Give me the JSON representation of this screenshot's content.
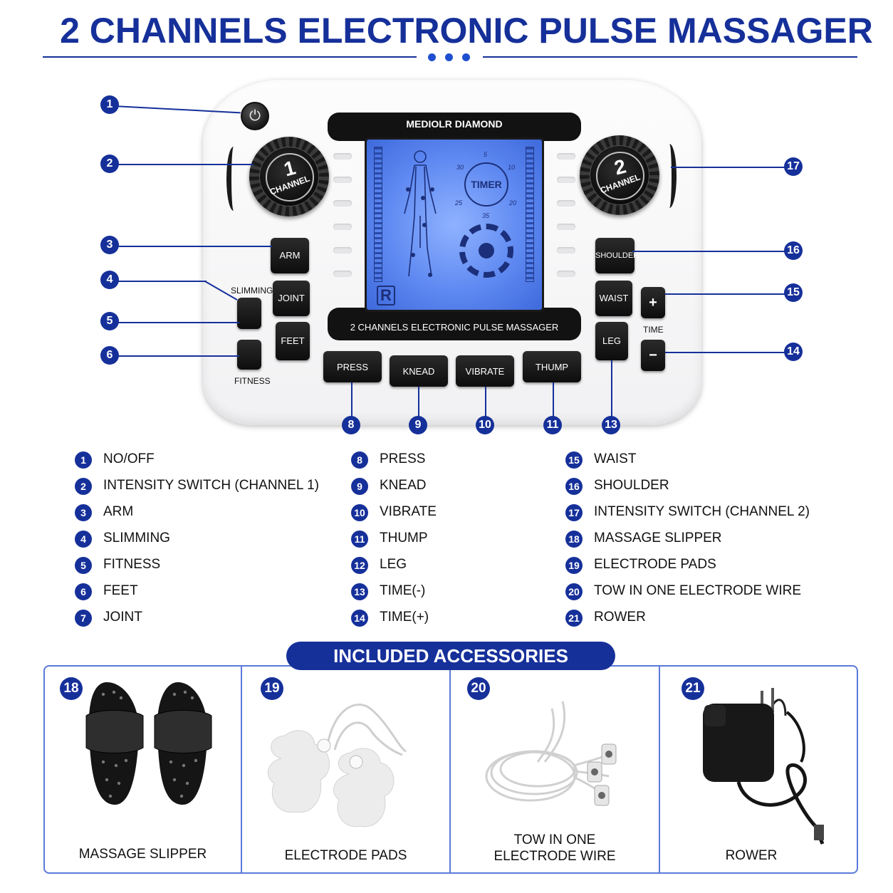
{
  "header": {
    "title": "2 CHANNELS ELECTRONIC PULSE MASSAGER"
  },
  "device": {
    "brand": "MEDIOLR DIAMOND",
    "model_label": "2 CHANNELS ELECTRONIC PULSE MASSAGER",
    "lcd": {
      "timer_label": "TIMER",
      "timer_marks": [
        "5",
        "10",
        "20",
        "25",
        "30",
        "35"
      ],
      "mode_letter": "R"
    },
    "knob_1": {
      "number": "1",
      "label": "CHANNEL"
    },
    "knob_2": {
      "number": "2",
      "label": "CHANNEL"
    },
    "buttons": {
      "arm": "ARM",
      "joint": "JOINT",
      "feet": "FEET",
      "press": "PRESS",
      "knead": "KNEAD",
      "vibrate": "VIBRATE",
      "thump": "THUMP",
      "shoulder": "SHOULDER",
      "waist": "WAIST",
      "leg": "LEG",
      "plus": "+",
      "minus": "−"
    },
    "labels": {
      "slimming": "SLIMMING",
      "fitness": "FITNESS",
      "time": "TIME"
    }
  },
  "callouts": [
    "1",
    "2",
    "3",
    "4",
    "5",
    "6",
    "17",
    "16",
    "15",
    "14",
    "8",
    "9",
    "10",
    "11",
    "13"
  ],
  "legend": {
    "col1": [
      {
        "num": "1",
        "text": "NO/OFF"
      },
      {
        "num": "2",
        "text": "INTENSITY SWITCH (CHANNEL 1)"
      },
      {
        "num": "3",
        "text": "ARM"
      },
      {
        "num": "4",
        "text": "SLIMMING"
      },
      {
        "num": "5",
        "text": "FITNESS"
      },
      {
        "num": "6",
        "text": "FEET"
      },
      {
        "num": "7",
        "text": "JOINT"
      }
    ],
    "col2": [
      {
        "num": "8",
        "text": "PRESS"
      },
      {
        "num": "9",
        "text": "KNEAD"
      },
      {
        "num": "10",
        "text": "VIBRATE"
      },
      {
        "num": "11",
        "text": "THUMP"
      },
      {
        "num": "12",
        "text": "LEG"
      },
      {
        "num": "13",
        "text": "TIME(-)"
      },
      {
        "num": "14",
        "text": "TIME(+)"
      }
    ],
    "col3": [
      {
        "num": "15",
        "text": "WAIST"
      },
      {
        "num": "16",
        "text": "SHOULDER"
      },
      {
        "num": "17",
        "text": "INTENSITY SWITCH (CHANNEL 2)"
      },
      {
        "num": "18",
        "text": "MASSAGE SLIPPER"
      },
      {
        "num": "19",
        "text": "ELECTRODE PADS"
      },
      {
        "num": "20",
        "text": "TOW IN ONE ELECTRODE WIRE"
      },
      {
        "num": "21",
        "text": "ROWER"
      }
    ]
  },
  "accessories": {
    "title": "INCLUDED ACCESSORIES",
    "items": [
      {
        "num": "18",
        "label": "MASSAGE SLIPPER"
      },
      {
        "num": "19",
        "label": "ELECTRODE PADS"
      },
      {
        "num": "20",
        "label_line1": "TOW IN ONE",
        "label_line2": "ELECTRODE WIRE"
      },
      {
        "num": "21",
        "label": "ROWER"
      }
    ]
  },
  "colors": {
    "brand_blue": "#16309a",
    "accent_blue": "#1f4fd1",
    "lcd_blue": "#5b86f0"
  }
}
